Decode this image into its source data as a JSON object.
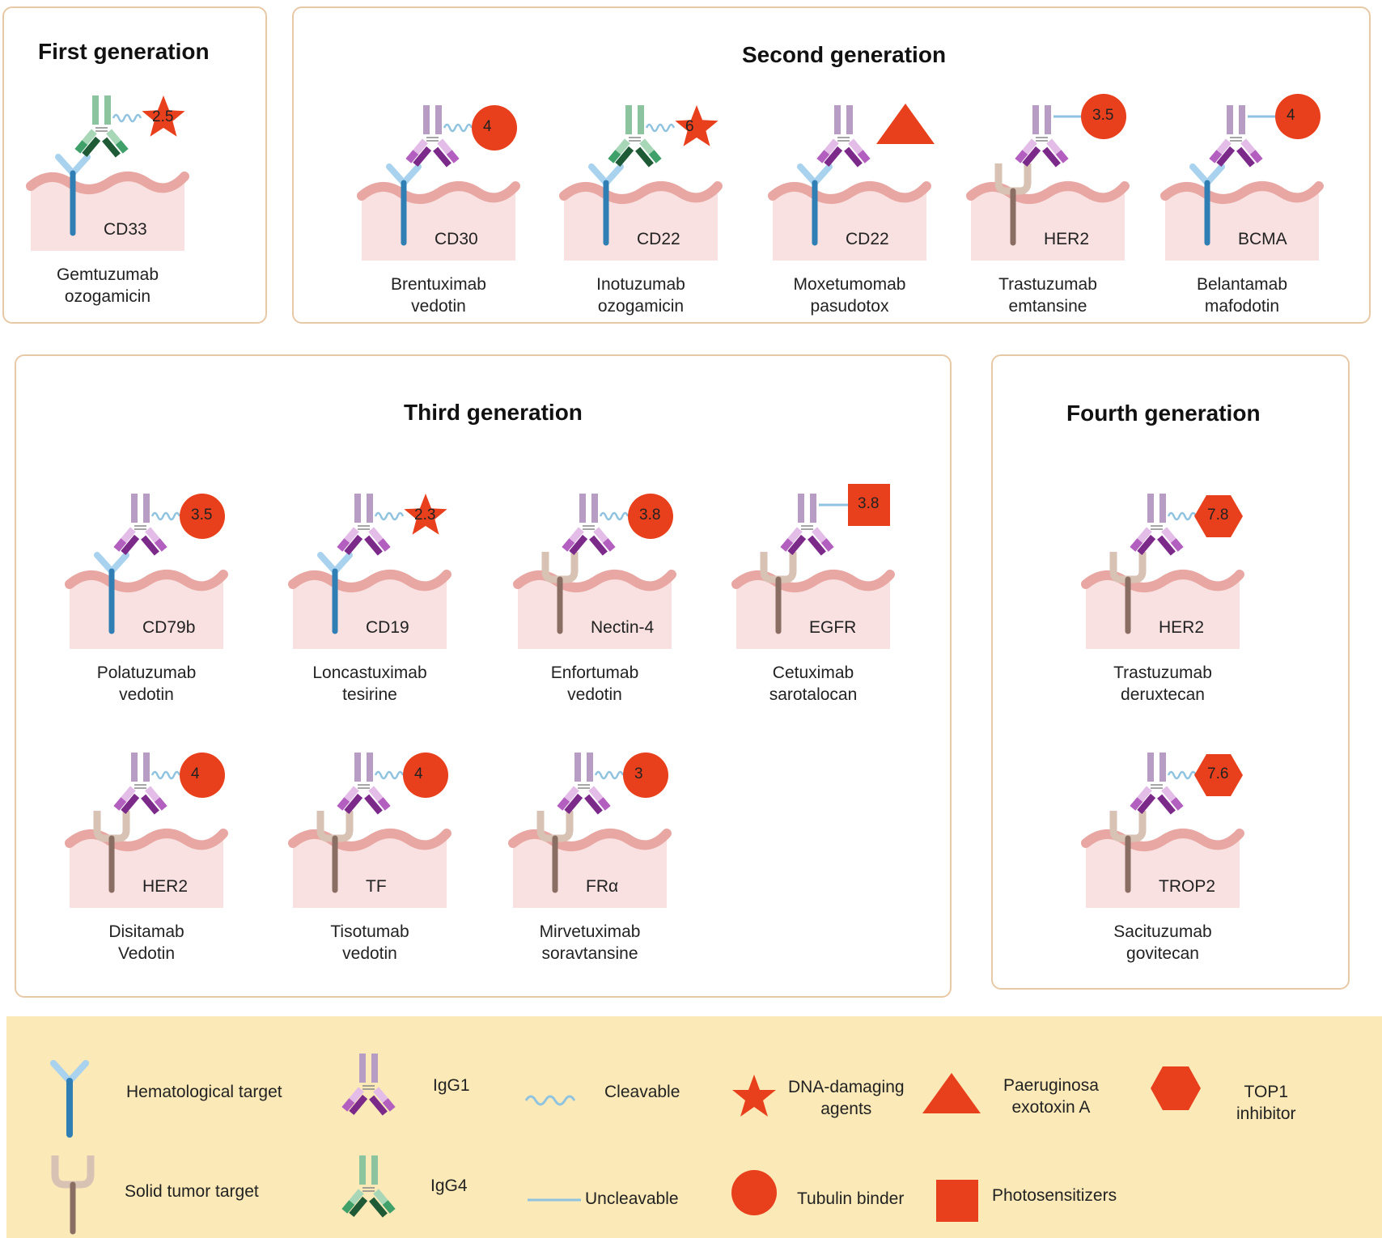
{
  "generations": [
    {
      "title": "First generation",
      "drugs": [
        {
          "name": [
            "Gemtuzumab",
            "ozogamicin"
          ],
          "target": "CD33",
          "target_type": "hematological",
          "antibody": "IgG4",
          "linker": "cleavable",
          "payload": "star",
          "dar": "2.5"
        }
      ]
    },
    {
      "title": "Second generation",
      "drugs": [
        {
          "name": [
            "Brentuximab",
            "vedotin"
          ],
          "target": "CD30",
          "target_type": "hematological",
          "antibody": "IgG1",
          "linker": "cleavable",
          "payload": "circle",
          "dar": "4"
        },
        {
          "name": [
            "Inotuzumab",
            "ozogamicin"
          ],
          "target": "CD22",
          "target_type": "hematological",
          "antibody": "IgG4",
          "linker": "cleavable",
          "payload": "star",
          "dar": "6"
        },
        {
          "name": [
            "Moxetumomab",
            "pasudotox"
          ],
          "target": "CD22",
          "target_type": "hematological",
          "antibody": "IgG1",
          "linker": "none",
          "payload": "triangle",
          "dar": ""
        },
        {
          "name": [
            "Trastuzumab",
            "emtansine"
          ],
          "target": "HER2",
          "target_type": "solid",
          "antibody": "IgG1",
          "linker": "uncleavable",
          "payload": "circle",
          "dar": "3.5"
        },
        {
          "name": [
            "Belantamab",
            "mafodotin"
          ],
          "target": "BCMA",
          "target_type": "hematological",
          "antibody": "IgG1",
          "linker": "uncleavable",
          "payload": "circle",
          "dar": "4"
        }
      ]
    },
    {
      "title": "Third generation",
      "drugs": [
        {
          "name": [
            "Polatuzumab",
            "vedotin"
          ],
          "target": "CD79b",
          "target_type": "hematological",
          "antibody": "IgG1",
          "linker": "cleavable",
          "payload": "circle",
          "dar": "3.5"
        },
        {
          "name": [
            "Loncastuximab",
            "tesirine"
          ],
          "target": "CD19",
          "target_type": "hematological",
          "antibody": "IgG1",
          "linker": "cleavable",
          "payload": "star",
          "dar": "2.3"
        },
        {
          "name": [
            "Enfortumab",
            "vedotin"
          ],
          "target": "Nectin-4",
          "target_type": "solid",
          "antibody": "IgG1",
          "linker": "cleavable",
          "payload": "circle",
          "dar": "3.8"
        },
        {
          "name": [
            "Cetuximab",
            "sarotalocan"
          ],
          "target": "EGFR",
          "target_type": "solid",
          "antibody": "IgG1",
          "linker": "uncleavable",
          "payload": "square",
          "dar": "3.8"
        },
        {
          "name": [
            "Disitamab",
            "Vedotin"
          ],
          "target": "HER2",
          "target_type": "solid",
          "antibody": "IgG1",
          "linker": "cleavable",
          "payload": "circle",
          "dar": "4"
        },
        {
          "name": [
            "Tisotumab",
            "vedotin"
          ],
          "target": "TF",
          "target_type": "solid",
          "antibody": "IgG1",
          "linker": "cleavable",
          "payload": "circle",
          "dar": "4"
        },
        {
          "name": [
            "Mirvetuximab",
            "soravtansine"
          ],
          "target": "FRα",
          "target_type": "solid",
          "antibody": "IgG1",
          "linker": "cleavable",
          "payload": "circle",
          "dar": "3"
        }
      ]
    },
    {
      "title": "Fourth generation",
      "drugs": [
        {
          "name": [
            "Trastuzumab",
            "deruxtecan"
          ],
          "target": "HER2",
          "target_type": "solid",
          "antibody": "IgG1",
          "linker": "cleavable",
          "payload": "hexagon",
          "dar": "7.8"
        },
        {
          "name": [
            "Sacituzumab",
            "govitecan"
          ],
          "target": "TROP2",
          "target_type": "solid",
          "antibody": "IgG1",
          "linker": "cleavable",
          "payload": "hexagon",
          "dar": "7.6"
        }
      ]
    }
  ],
  "legend": {
    "hematological": "Hematological target",
    "solid": "Solid tumor target",
    "igg1": "IgG1",
    "igg4": "IgG4",
    "cleavable": "Cleavable",
    "uncleavable": "Uncleavable",
    "dna_damaging": [
      "DNA-damaging",
      "agents"
    ],
    "tubulin": "Tubulin binder",
    "paeruginosa": [
      "Paeruginosa",
      "exotoxin A"
    ],
    "photosensitizers": "Photosensitizers",
    "top1": [
      "TOP1",
      "inhibitor"
    ]
  },
  "colors": {
    "panel_border": "#e7c9a6",
    "legend_bg": "#fbe9b7",
    "payload": "#e8401c",
    "hema_receptor": "#2f7fb5",
    "hema_receptor_top": "#a8d2ee",
    "solid_receptor": "#8a6e64",
    "solid_receptor_top": "#d8c2b4",
    "membrane": "#e8a7a3",
    "cell": "#f8e1e0",
    "igg1_dark": "#7b2a8a",
    "igg1_mid": "#b35fbf",
    "igg1_light": "#e3bde8",
    "igg1_stem": "#b79cc4",
    "igg4_dark": "#1f5a37",
    "igg4_mid": "#3fa06a",
    "igg4_light": "#a8d7b8",
    "igg4_stem": "#8cc4a0",
    "linker": "#8fc3e0"
  }
}
